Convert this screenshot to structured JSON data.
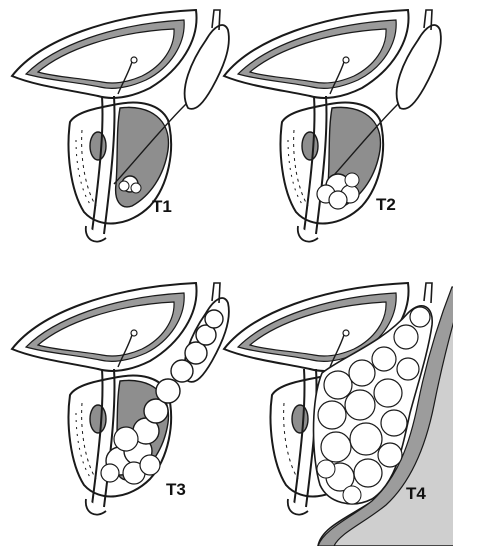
{
  "stages": [
    {
      "label": "T1",
      "tumor_size": 1
    },
    {
      "label": "T2",
      "tumor_size": 2
    },
    {
      "label": "T3",
      "tumor_size": 3
    },
    {
      "label": "T4",
      "tumor_size": 4
    }
  ],
  "colors": {
    "line": "#1a1a1a",
    "wall": "#9a9a9a",
    "organ": "#8e8e8e",
    "tumor": "#ffffff",
    "rectum": "#cfcfcf",
    "rectum_wall": "#9c9c9c"
  }
}
